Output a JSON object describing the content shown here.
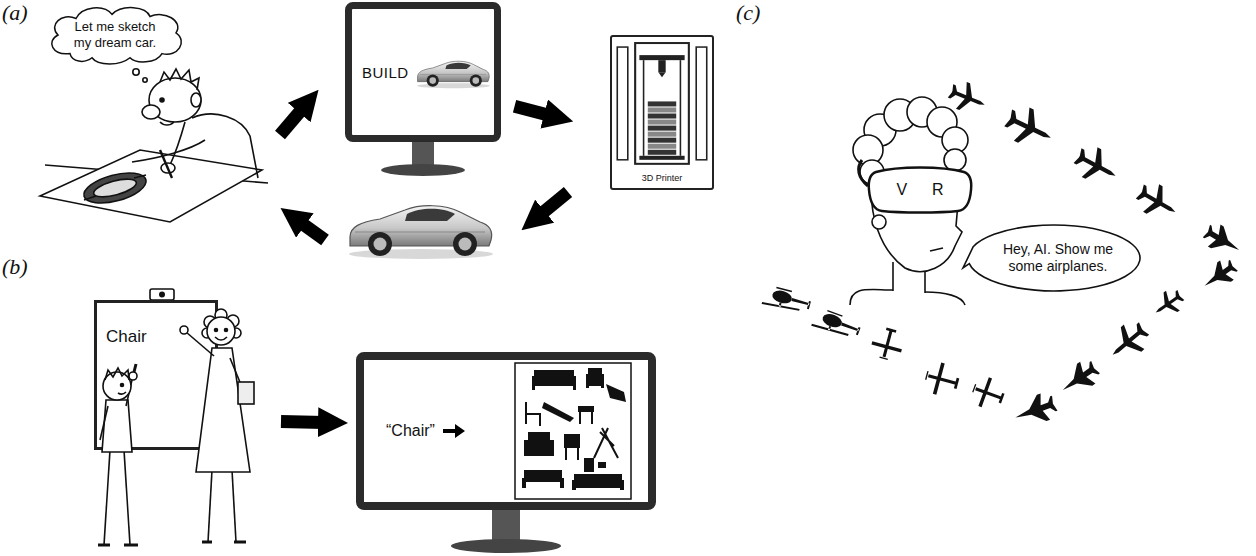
{
  "diagram": {
    "nodes": [
      {
        "text": [
          "Let me sketch my dream car."
        ]
      },
      {
        "text": [
          "BUILD"
        ]
      },
      {
        "text": [
          "3D Printer"
        ]
      },
      {
        "text": [
          "Chair"
        ]
      },
      {
        "text": [
          "“Chair”"
        ]
      },
      {
        "text": [
          "V",
          "R"
        ]
      },
      {
        "text": [
          "Hey, AI. Show me some airplanes."
        ]
      }
    ],
    "edges": [
      {
        "from": 1,
        "to": 2,
        "arrow": "to"
      },
      {
        "from": 3,
        "to": 4,
        "arrow": "to"
      }
    ],
    "labels": [
      "(a)",
      "(b)",
      "(c)"
    ]
  }
}
